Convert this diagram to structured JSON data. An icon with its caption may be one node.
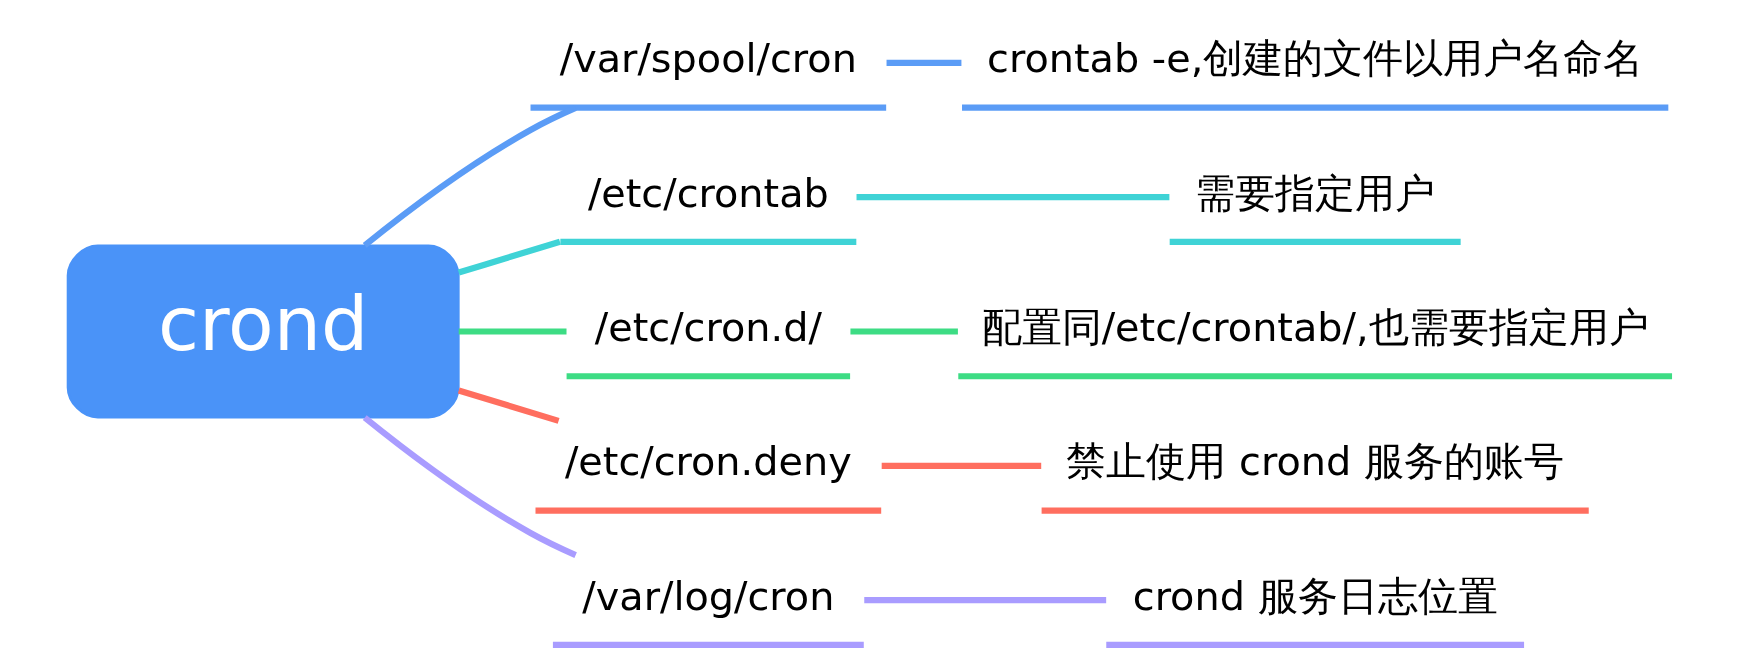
{
  "diagram": {
    "nodes": [
      {
        "text": [
          "crond"
        ]
      },
      {
        "text": [
          "/var/spool/cron"
        ]
      },
      {
        "text": [
          "/etc/crontab"
        ]
      },
      {
        "text": [
          "/etc/cron.d/"
        ]
      },
      {
        "text": [
          "/etc/cron.deny"
        ]
      },
      {
        "text": [
          "/var/log/cron"
        ]
      },
      {
        "text": [
          "crontab -e,创建的文件以用户名命名"
        ]
      },
      {
        "text": [
          "需要指定用户"
        ]
      },
      {
        "text": [
          "配置同/etc/crontab/,也需要指定用户"
        ]
      },
      {
        "text": [
          "禁止使用 crond 服务的账号"
        ]
      },
      {
        "text": [
          "crond 服务日志位置"
        ]
      }
    ],
    "edges": [
      {
        "from": 0,
        "to": 1,
        "arrow": "none",
        "color": "#5b9cf6"
      },
      {
        "from": 0,
        "to": 2,
        "arrow": "none",
        "color": "#3fd3d6"
      },
      {
        "from": 0,
        "to": 3,
        "arrow": "none",
        "color": "#3ddc84"
      },
      {
        "from": 0,
        "to": 4,
        "arrow": "none",
        "color": "#ff6e5f"
      },
      {
        "from": 0,
        "to": 5,
        "arrow": "none",
        "color": "#a99cff"
      },
      {
        "from": 1,
        "to": 6,
        "arrow": "none",
        "color": "#5b9cf6"
      },
      {
        "from": 2,
        "to": 7,
        "arrow": "none",
        "color": "#3fd3d6"
      },
      {
        "from": 3,
        "to": 8,
        "arrow": "none",
        "color": "#3ddc84"
      },
      {
        "from": 4,
        "to": 9,
        "arrow": "none",
        "color": "#ff6e5f"
      },
      {
        "from": 5,
        "to": 10,
        "arrow": "none",
        "color": "#a99cff"
      }
    ]
  }
}
